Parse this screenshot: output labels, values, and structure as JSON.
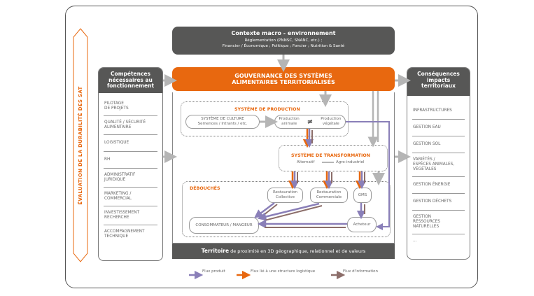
{
  "context": {
    "title": "Contexte macro - environnement",
    "line1": "Réglementation (PNNSC, SNANC, etc.) ;",
    "line2": "Financier / Économique ; Politique ; Foncier ; Nutrition & Santé"
  },
  "governance": {
    "line1": "GOUVERNANCE DES SYSTÈMES",
    "line2": "ALIMENTAIRES TERRITORIALISÉS"
  },
  "evaluation_label": "ÉVALUATION DE LA DURABILITÉ DES SAT",
  "competences": {
    "title_lines": [
      "Compétences",
      "nécessaires au",
      "fonctionnement"
    ],
    "items": [
      [
        "PILOTAGE",
        "DE PROJETS"
      ],
      [
        "QUALITÉ / SÉCURITÉ",
        "ALIMENTAIRE"
      ],
      [
        "LOGISTIQUE"
      ],
      [
        "RH"
      ],
      [
        "ADMINISTRATIF",
        "JURIDIQUE"
      ],
      [
        "MARKETING /",
        "COMMERCIAL"
      ],
      [
        "INVESTISSEMENT",
        "RECHERCHE"
      ],
      [
        "ACCOMPAGNEMENT",
        "TECHNIQUE"
      ]
    ]
  },
  "consequences": {
    "title_lines": [
      "Conséquences",
      "impacts",
      "territoriaux"
    ],
    "items": [
      [
        "INFRASTRUCTURES"
      ],
      [
        "GESTION EAU"
      ],
      [
        "GESTION SOL"
      ],
      [
        "VARIÉTÉS /",
        "ESPÈCES ANIMALES,",
        "VÉGÉTALES"
      ],
      [
        "GESTION ÉNERGIE"
      ],
      [
        "GESTION DÉCHETS"
      ],
      [
        "GESTION",
        "RESSOURCES",
        "NATURELLES"
      ],
      [
        "..."
      ]
    ]
  },
  "production": {
    "title": "SYSTÈME DE PRODUCTION",
    "culture_line1": "SYSTÈME DE CULTURE",
    "culture_line2": "Semences / Intrants / etc.",
    "animal_line1": "Production",
    "animal_line2": "animale",
    "neq": "≠",
    "vegetal_line1": "Production",
    "vegetal_line2": "végétale"
  },
  "transformation": {
    "title": "SYSTÈME DE TRANSFORMATION",
    "left": "Alternatif",
    "right": "Agro-industriel"
  },
  "debouches": {
    "title": "DÉBOUCHÉS",
    "rc_line1": "Restauration",
    "rc_line2": "Collective",
    "rcom_line1": "Restauration",
    "rcom_line2": "Commerciale",
    "gms": "GMS",
    "consommateur": "CONSOMMATEUR / MANGEUR",
    "acheteur": "Acheteur"
  },
  "territoire": {
    "bold": "Territoire",
    "rest": " de proximité en 3D géographique, relationnel et de valeurs"
  },
  "legend": [
    {
      "label": "Flux produit",
      "color": "#8a7fb8"
    },
    {
      "label": "Flux lié à une structure logistique",
      "color": "#e8680f"
    },
    {
      "label": "Flux d'information",
      "color": "#8c6e6a"
    }
  ],
  "colors": {
    "orange": "#e8680f",
    "dark": "#575756",
    "purple": "#8a7fb8",
    "brown": "#8c6e6a",
    "gray": "#b5b5b5"
  }
}
